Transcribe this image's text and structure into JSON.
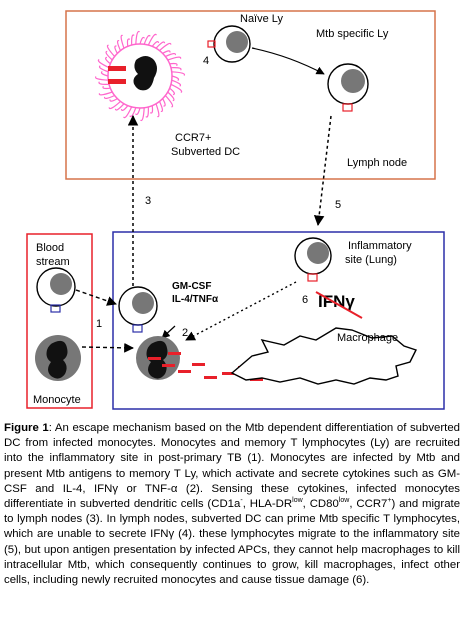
{
  "diagram": {
    "labels": {
      "naive_ly": "Naïve Ly",
      "mtb_specific_ly": "Mtb specific Ly",
      "ccr7_line1": "CCR7+",
      "ccr7_line2": "Subverted DC",
      "lymph_node": "Lymph node",
      "blood_line1": "Blood",
      "blood_line2": "stream",
      "monocyte": "Monocyte",
      "inflammatory_line1": "Inflammatory",
      "inflammatory_line2": "site (Lung)",
      "gm_csf": "GM-CSF",
      "il4_tnf": "IL-4/TNFα",
      "ifng": "IFNγ",
      "macrophage": "Macrophage"
    },
    "steps": {
      "s1": "1",
      "s2": "2",
      "s3": "3",
      "s4": "4",
      "s5": "5",
      "s6": "6"
    },
    "colors": {
      "lymph_node_border": "#d6734a",
      "blood_border": "#e8202a",
      "inflammatory_border": "#2b2fa8",
      "mtb_red": "#e8202a",
      "dc_pink": "#ff66cc",
      "cell_gray": "#777777",
      "arrow": "#000000"
    }
  },
  "caption": {
    "fig_label": "Figure 1",
    "lines": [
      ": An escape mechanism based on the Mtb dependent differentiation",
      "of subverted DC from infected monocytes. Monocytes and memory T",
      "lymphocytes (Ly) are recruited into the inflammatory site in post-primary TB",
      "(1). Monocytes are infected by Mtb and present Mtb antigens to memory T",
      "Ly, which activate and secrete cytokines such as GM-CSF and IL-4, IFNγ",
      "or TNF-α (2). Sensing these cytokines, infected monocytes differentiate in",
      "subverted dendritic cells (CD1a",
      "-",
      ", HLA-DR",
      "low",
      ", CD80",
      "low",
      ", CCR7",
      "+",
      ") and migrate",
      "to lymph nodes (3). In lymph nodes, subverted DC can prime Mtb specific",
      "T lymphocytes, which are unable to secrete IFNγ (4). these lymphocytes",
      "migrate to the inflammatory site (5), but upon antigen presentation by",
      "infected APCs, they cannot help macrophages to kill intracellular Mtb,",
      "which consequently continues to grow, kill macrophages, infect other cells,",
      "including newly recruited monocytes and cause tissue damage (6)."
    ]
  }
}
